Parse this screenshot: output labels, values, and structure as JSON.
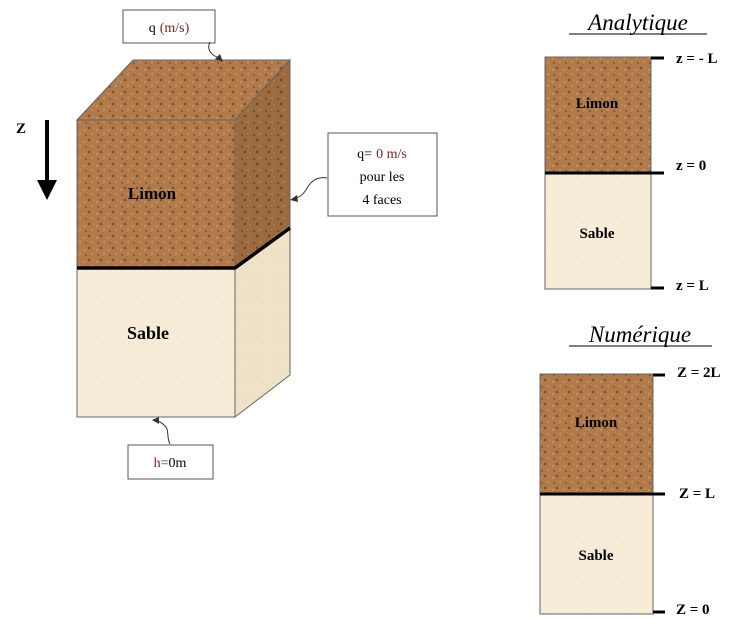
{
  "block": {
    "top_label": "Limon",
    "bottom_label": "Sable",
    "z_axis_label": "Z"
  },
  "callouts": {
    "flux_in_prefix": "q",
    "flux_in_units": "(m/s)",
    "no_flux_line1_prefix": "q=",
    "no_flux_line1_value": "0 m/s",
    "no_flux_line2": "pour les",
    "no_flux_line3": "4 faces",
    "head_prefix": "h=",
    "head_value": "0m"
  },
  "analytique": {
    "title": "Analytique",
    "top_label": "Limon",
    "bottom_label": "Sable",
    "z_top": "z = - L",
    "z_mid": "z = 0",
    "z_bottom": "z = L"
  },
  "numerique": {
    "title": "Numérique",
    "top_label": "Limon",
    "bottom_label": "Sable",
    "z_top": "Z = 2L",
    "z_mid": "Z = L",
    "z_bottom": "Z = 0"
  },
  "colors": {
    "limon": "#b07a4b",
    "sable": "#f7ecd7",
    "interface": "#000000",
    "callout_text_accent": "#7a1f1f"
  }
}
